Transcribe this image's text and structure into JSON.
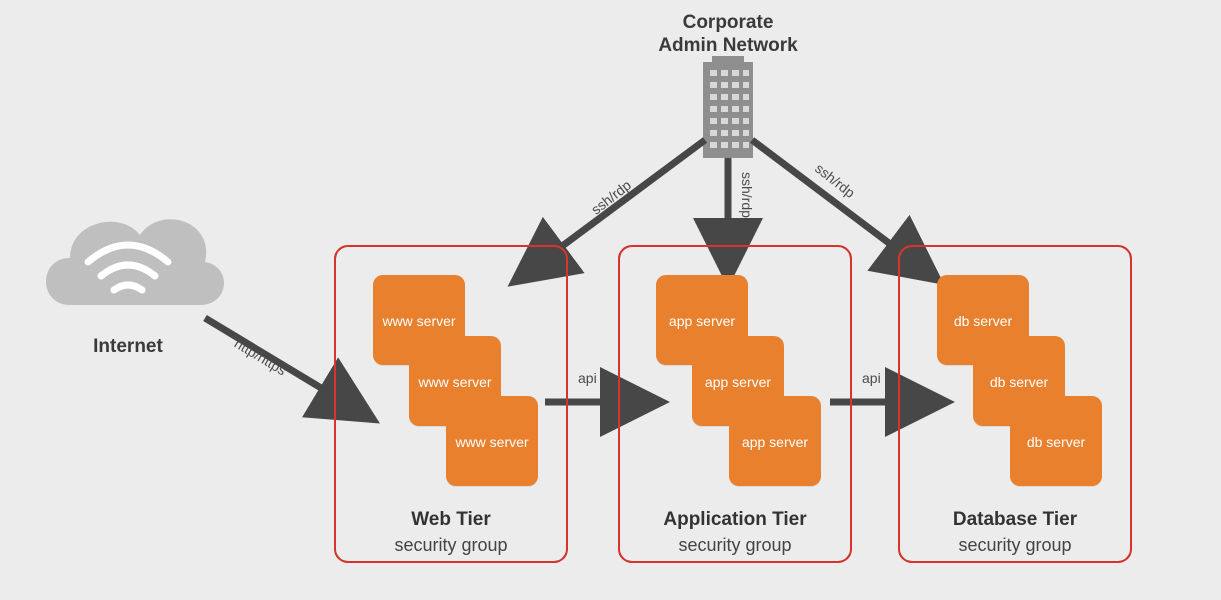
{
  "diagram": {
    "corporate": {
      "line1": "Corporate",
      "line2": "Admin Network"
    },
    "internet": {
      "label": "Internet"
    },
    "connections": {
      "internet_to_web": "http/https",
      "corp_to_web": "ssh/rdp",
      "corp_to_app": "ssh/rdp",
      "corp_to_db": "ssh/rdp",
      "web_to_app": "api",
      "app_to_db": "api"
    },
    "tiers": [
      {
        "title": "Web Tier",
        "subtitle": "security group",
        "servers": [
          "www server",
          "www server",
          "www server"
        ]
      },
      {
        "title": "Application Tier",
        "subtitle": "security group",
        "servers": [
          "app server",
          "app server",
          "app server"
        ]
      },
      {
        "title": "Database Tier",
        "subtitle": "security group",
        "servers": [
          "db server",
          "db server",
          "db server"
        ]
      }
    ],
    "colors": {
      "server": "#e8802e",
      "arrow": "#474747",
      "security_border": "#d9342b",
      "background": "#ececec",
      "cloud": "#bfbfbf",
      "building": "#8f8f8f"
    }
  }
}
